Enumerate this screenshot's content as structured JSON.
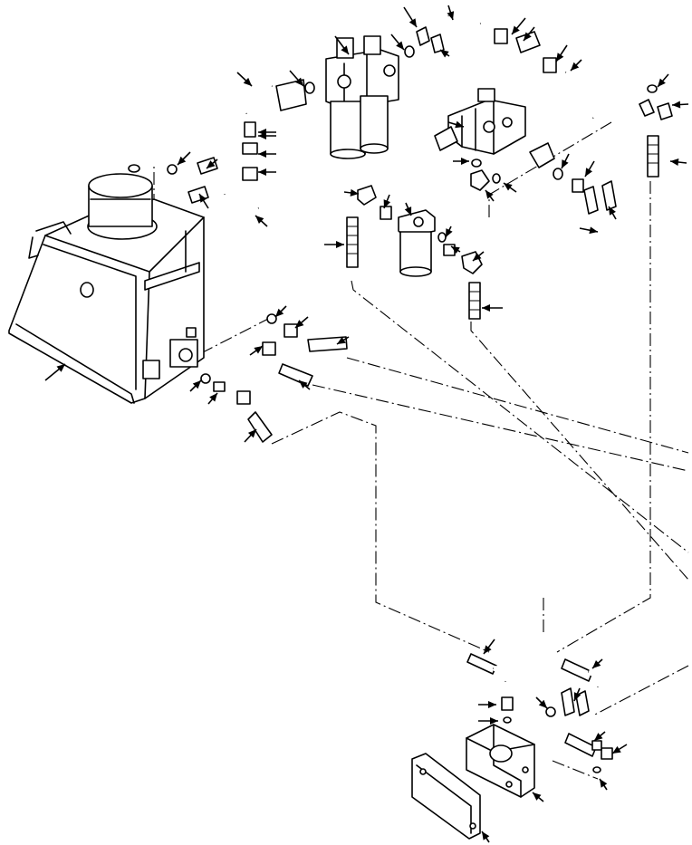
{
  "figure": {
    "kind": "exploded-hydraulic-parts-diagram",
    "caption": "",
    "colors": {
      "ink": "#000000",
      "paper": "#ffffff"
    },
    "components": [
      "hydraulic-tank",
      "tank-filler-cap",
      "twin-return-filter",
      "control-valve",
      "inline-filter",
      "hydraulic-pump",
      "pump-mounting-plate",
      "hoses",
      "tube-elbows",
      "split-flange-clamps",
      "o-rings",
      "adapters"
    ],
    "index_arrows": 58
  }
}
